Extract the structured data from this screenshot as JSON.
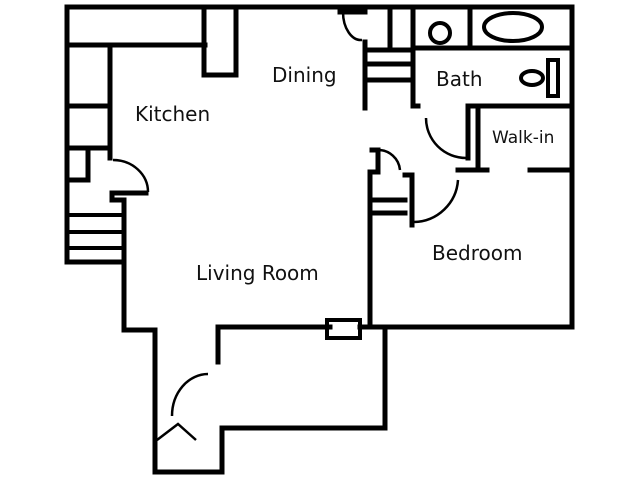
{
  "rooms": {
    "kitchen": "Kitchen",
    "dining": "Dining",
    "bath": "Bath",
    "walk_in": "Walk-in",
    "bedroom": "Bedroom",
    "living_room": "Living Room"
  },
  "colors": {
    "wall": "#000000",
    "background": "#ffffff"
  }
}
